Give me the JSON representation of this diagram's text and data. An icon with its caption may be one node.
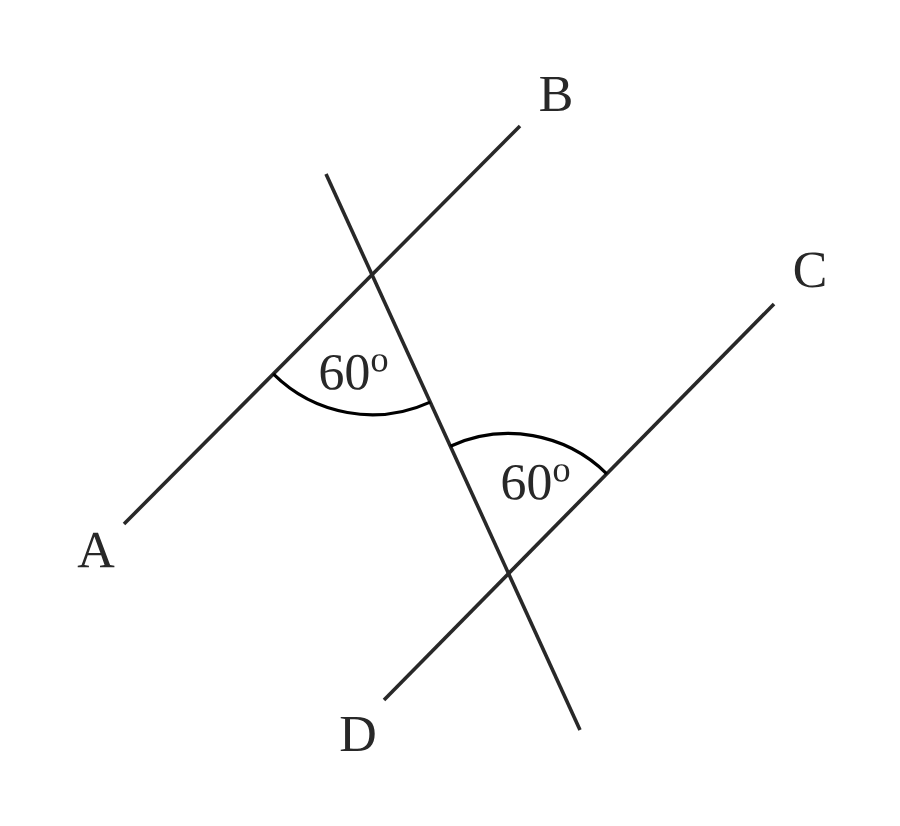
{
  "diagram": {
    "labels": [
      "A",
      "B",
      "C",
      "D",
      "60$^{o}$",
      "60$^{o}$"
    ]
  }
}
